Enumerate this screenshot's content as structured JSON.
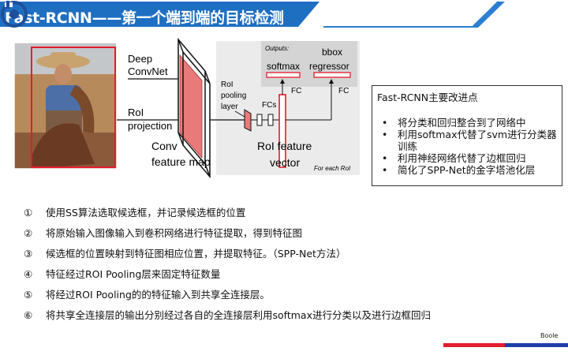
{
  "title": "Fast-RCNN——第一个端到端的目标检测",
  "colors": {
    "banner": "#1e6fc2",
    "red": "#e21d2b",
    "blue": "#1f3fa8",
    "feature_map": "#e87a7a"
  },
  "diagram": {
    "deep_convnet": [
      "Deep",
      "ConvNet"
    ],
    "roi_projection": [
      "RoI",
      "projection"
    ],
    "conv_feature_map": [
      "Conv",
      "feature map"
    ],
    "roi_pooling_layer": [
      "RoI",
      "pooling",
      "layer"
    ],
    "fcs": "FCs",
    "outputs": "Outputs:",
    "softmax": "softmax",
    "bbox_regressor": [
      "bbox",
      "regressor"
    ],
    "fc": "FC",
    "roi_feature_vector": [
      "RoI feature",
      "vector"
    ],
    "for_each_roi": "For each RoI"
  },
  "notes": {
    "title": "Fast-RCNN主要改进点",
    "items": [
      "将分类和回归整合到了网络中",
      "利用softmax代替了svm进行分类器训练",
      "利用神经网络代替了边框回归",
      "简化了SPP-Net的金字塔池化层"
    ]
  },
  "steps": [
    {
      "num": "①",
      "text": "使用SS算法选取候选框，并记录候选框的位置"
    },
    {
      "num": "②",
      "text": "将原始输入图像输入到卷积网络进行特征提取，得到特征图"
    },
    {
      "num": "③",
      "text": "候选框的位置映射到特征图相应位置，并提取特征。（SPP-Net方法）"
    },
    {
      "num": "④",
      "text": "特征经过ROI Pooling层来固定特征数量"
    },
    {
      "num": "⑤",
      "text": "将经过ROI Pooling的的特征输入到共享全连接层。"
    },
    {
      "num": "⑥",
      "text": "将共享全连接层的输出分别经过各自的全连接层利用softmax进行分类以及进行边框回归"
    }
  ],
  "brand": "Boole"
}
